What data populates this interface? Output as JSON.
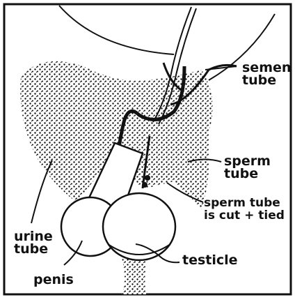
{
  "labels": {
    "semen_tube": "semen\ntube",
    "sperm_tube": "sperm\ntube",
    "sperm_tube_cut": "sperm tube\nis cut + tied",
    "urine_tube": "urine\ntube",
    "testicle": "testicle",
    "penis": "penis"
  },
  "colors": {
    "ink": "#111111",
    "background": "#ffffff"
  }
}
